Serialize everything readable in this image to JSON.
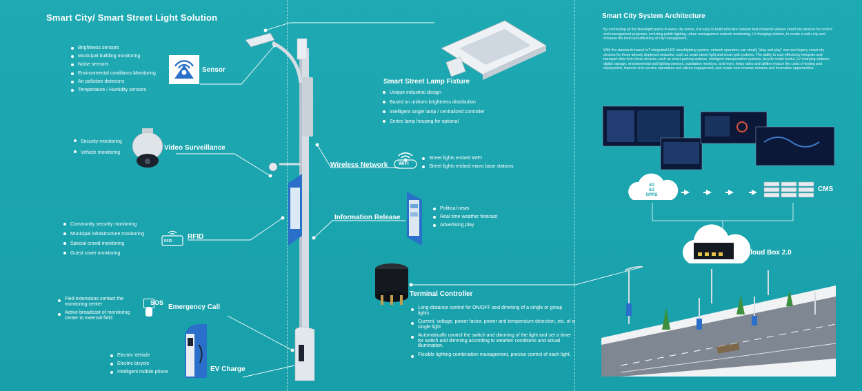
{
  "titles": {
    "main": "Smart City/ Smart Street Light Solution",
    "architecture": "Smart City System Architecture"
  },
  "architecture": {
    "para1": "By connecting all the streetlight points in every city corner, it is easy to build atrro-like network that connects various smart city devices for control and management purposes, including public lighting, urban management network monitoring, LV charging stations, to create a safer city and enhance the level and efficiency of city management.",
    "para2": "With the standards-based IoT integrated LED streetlighting system, network operators can simply \"plug and play\" new and legacy smart city devices for these already deployed networks, such as smart street light and smart grid systems. The ability to cost-effectively integrate and transport data form these devices, such as smart parking stations, intelligent transportation systems, bicycle rental kiosks, LV charging stations, digital signage, environmental and lighting sensors, substation monitors, and more, helps cities and utilities reduce the costs of testing and deployment, improve civic service operations and citizen engagement, and create new revenue streams and innovation opportunities.",
    "cloud_items": [
      "4G",
      "5G",
      "GPRS"
    ],
    "cms_label": "CMS",
    "cloud_box_label": "Cloud Box 2.0"
  },
  "sensor": {
    "label": "Sensor",
    "items": [
      "Brightness sensors",
      "Municipal building monitoring",
      "Noise sensors",
      "Environmental conditions Monitoring",
      "Air pollution detectors",
      "Temperature / Humidity sensors"
    ]
  },
  "video": {
    "label": "Video Surveillance",
    "items": [
      "Security monitoring",
      "Vehicle monitoring"
    ]
  },
  "rfid": {
    "label": "RFID",
    "icon_text": "RFID",
    "items": [
      "Community security monitoring",
      "Municipal infrastructure monitoring",
      "Special crowd monitoring",
      "Guest cover monitoring"
    ]
  },
  "emergency": {
    "label": "Emergency Call",
    "icon_text": "SOS",
    "items": [
      "Fied extensions contact the monitoring center",
      "Active broadcast of monitoring center to external field"
    ]
  },
  "ev": {
    "label": "EV Charge",
    "items": [
      "Electric Vehicle",
      "Electric bicycle",
      "Intelligent mobile phone"
    ]
  },
  "lamp": {
    "label": "Smart Street Lamp Fixture",
    "items": [
      "Unique industrial design",
      "Based on uniform brightness distribution",
      "Intelligent single lamp / centralized controller",
      "Series lamp housing for optional"
    ]
  },
  "wireless": {
    "label": "Wireless Network",
    "icon_text": "WiFi",
    "items": [
      "Street lights embed WIFI",
      "Street lights embed micro base stations"
    ]
  },
  "info": {
    "label": "Information Release",
    "items": [
      "Political news",
      "Real time weather forecast",
      "Advertising play"
    ]
  },
  "terminal": {
    "label": "Terminal Controller",
    "items": [
      "Long-distance control for ON/OFF and dimming of a single or group lights.",
      "Current, voltage, power factor, power and temperature detection, etc. of a single light",
      "Automatically control the switch and dimming of the light and set a timer for switch and dimming according to weather conditions and actual illumination.",
      "Flexible lighting combination management, precise control of each light."
    ]
  },
  "colors": {
    "background": "#1aa3ad",
    "accent_blue": "#2a6fc9",
    "text": "#ffffff"
  }
}
